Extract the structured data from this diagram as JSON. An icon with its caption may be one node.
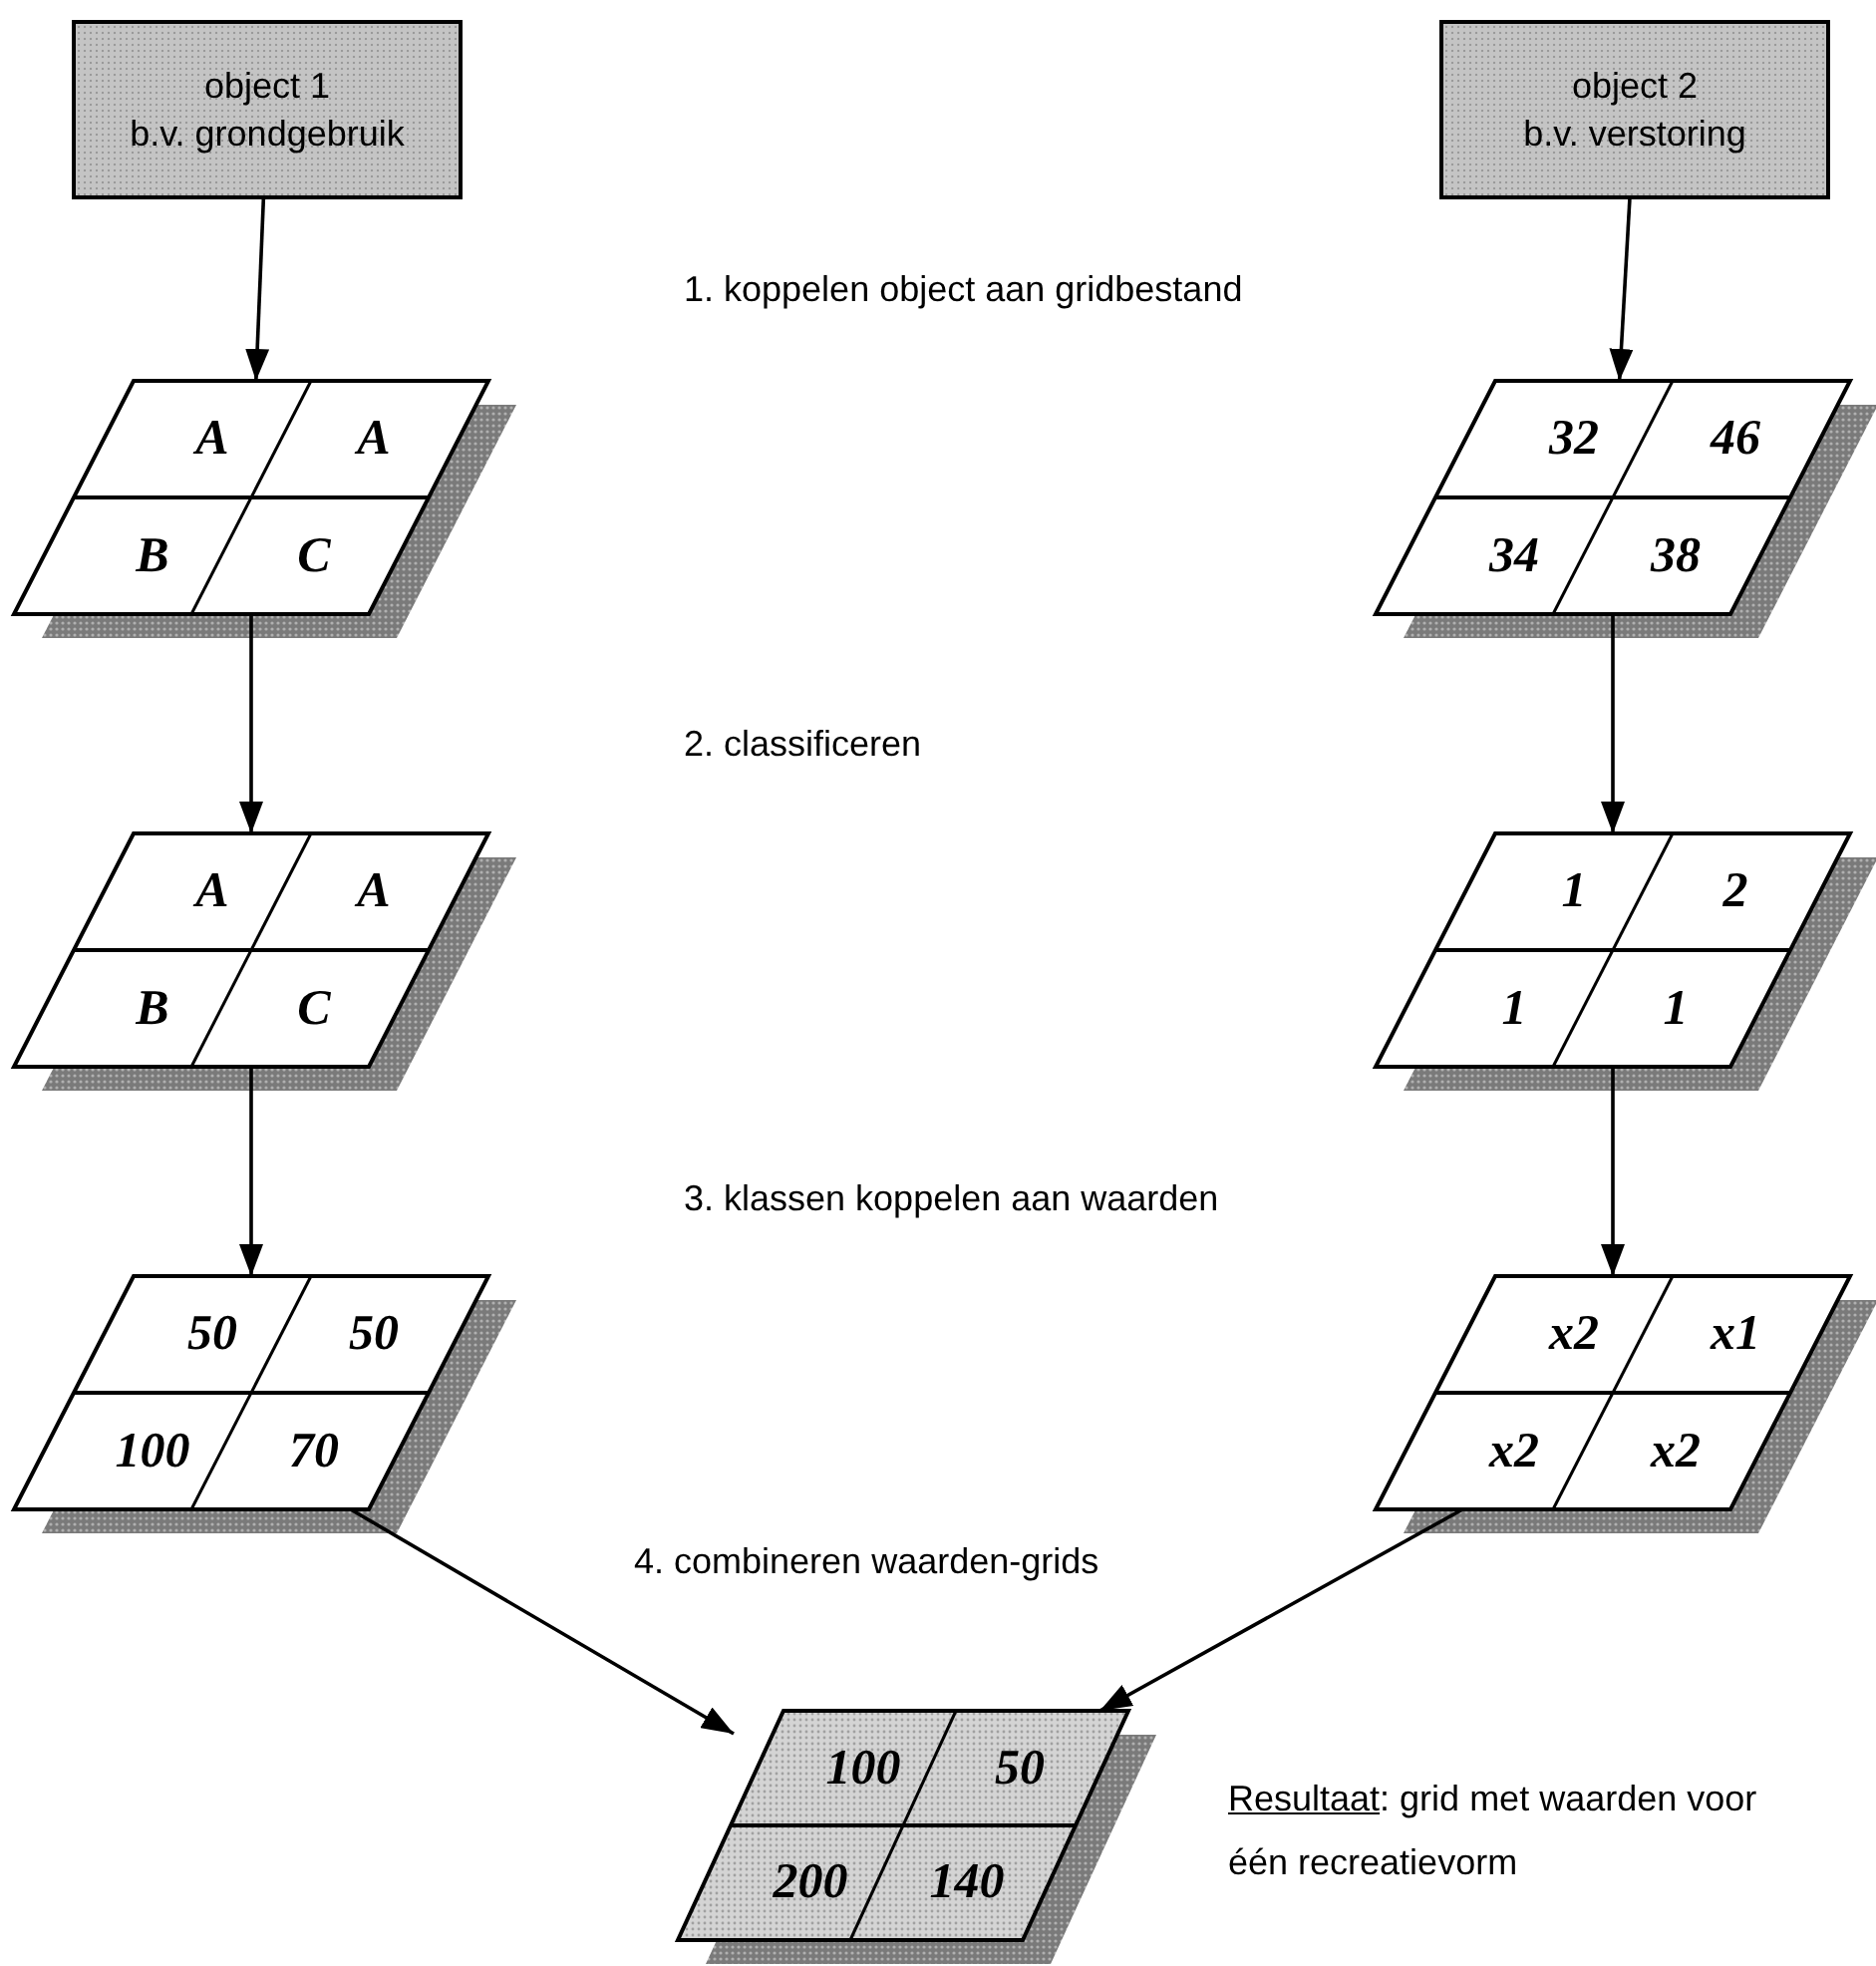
{
  "diagram": {
    "nodes": [
      {
        "text": [
          "object 1",
          "b.v. grondgebruik"
        ]
      },
      {
        "text": [
          "object 2",
          "b.v. verstoring"
        ]
      },
      {
        "text": [
          "A",
          "A",
          "B",
          "C"
        ]
      },
      {
        "text": [
          "32",
          "46",
          "34",
          "38"
        ]
      },
      {
        "text": [
          "A",
          "A",
          "B",
          "C"
        ]
      },
      {
        "text": [
          "1",
          "2",
          "1",
          "1"
        ]
      },
      {
        "text": [
          "50",
          "50",
          "100",
          "70"
        ]
      },
      {
        "text": [
          "x2",
          "x1",
          "x2",
          "x2"
        ]
      },
      {
        "text": [
          "100",
          "50",
          "200",
          "140"
        ],
        "beside": [
          "Resultaat: grid met waarden voor één recreatievorm"
        ]
      }
    ],
    "edges": [
      {
        "from": 0,
        "to": 2,
        "arrow": "to"
      },
      {
        "from": 1,
        "to": 3,
        "arrow": "to"
      },
      {
        "from": 2,
        "to": 4,
        "arrow": "to"
      },
      {
        "from": 3,
        "to": 5,
        "arrow": "to"
      },
      {
        "from": 4,
        "to": 6,
        "arrow": "to"
      },
      {
        "from": 5,
        "to": 7,
        "arrow": "to"
      },
      {
        "from": 6,
        "to": 8,
        "arrow": "to"
      },
      {
        "from": 7,
        "to": 8,
        "arrow": "to"
      }
    ],
    "labels": [
      "1. koppelen object aan gridbestand",
      "2. classificeren",
      "3. klassen koppelen aan waarden",
      "4. combineren waarden-grids"
    ]
  }
}
